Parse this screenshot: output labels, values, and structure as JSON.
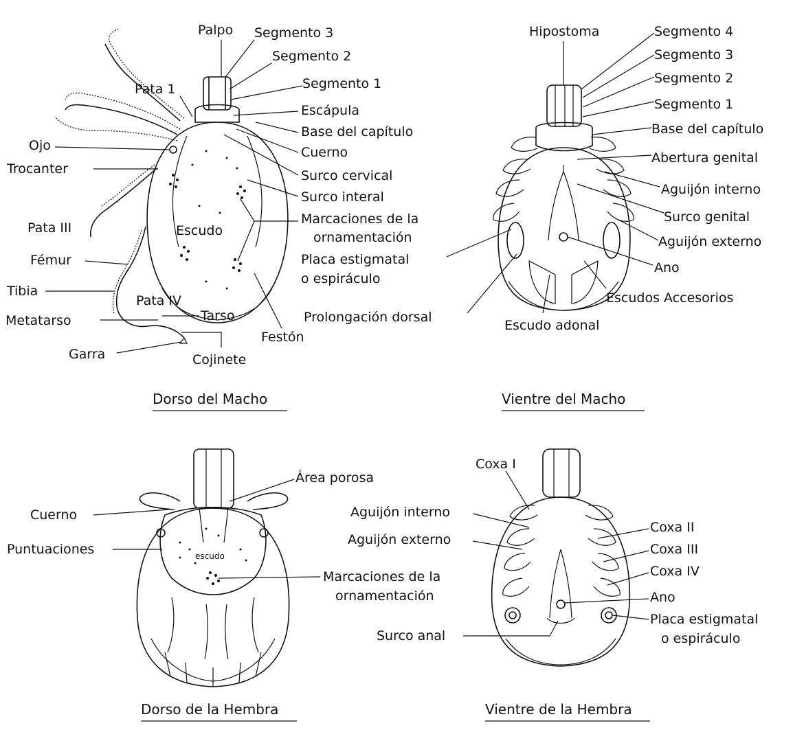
{
  "panels": {
    "dorso_macho": {
      "caption": "Dorso del Macho",
      "labels": {
        "palpo": "Palpo",
        "segmento3": "Segmento 3",
        "segmento2": "Segmento 2",
        "segmento1": "Segmento 1",
        "pata1": "Pata 1",
        "escapula": "Escápula",
        "base_capitulo": "Base del capítulo",
        "ojo": "Ojo",
        "cuerno": "Cuerno",
        "trocanter": "Trocanter",
        "surco_cervical": "Surco cervical",
        "surco_interal": "Surco interal",
        "marcaciones_1": "Marcaciones de la",
        "marcaciones_2": "ornamentación",
        "pata3": "Pata III",
        "escudo": "Escudo",
        "femur": "Fémur",
        "tibia": "Tibia",
        "pata4": "Pata IV",
        "metatarso": "Metatarso",
        "tarso": "Tarso",
        "garra": "Garra",
        "cojinete": "Cojinete",
        "feston": "Festón"
      }
    },
    "vientre_macho": {
      "caption": "Vientre del Macho",
      "labels": {
        "hipostoma": "Hipostoma",
        "segmento4": "Segmento 4",
        "segmento3": "Segmento 3",
        "segmento2": "Segmento 2",
        "segmento1": "Segmento 1",
        "base_capitulo": "Base del capítulo",
        "abertura_genital": "Abertura genital",
        "aguijon_interno": "Aguijón interno",
        "surco_genital": "Surco genital",
        "aguijon_externo": "Aguijón externo",
        "placa_1": "Placa estigmatal",
        "placa_2": "o espiráculo",
        "ano": "Ano",
        "escudos_accesorios": "Escudos Accesorios",
        "prolongacion_dorsal": "Prolongación dorsal",
        "escudo_adonal": "Escudo adonal"
      }
    },
    "dorso_hembra": {
      "caption": "Dorso de la Hembra",
      "labels": {
        "area_porosa": "Área porosa",
        "cuerno": "Cuerno",
        "puntuaciones": "Puntuaciones",
        "escudo": "escudo",
        "marcaciones_1": "Marcaciones de la",
        "marcaciones_2": "ornamentación"
      }
    },
    "vientre_hembra": {
      "caption": "Vientre de la Hembra",
      "labels": {
        "coxa1": "Coxa I",
        "aguijon_interno": "Aguijón interno",
        "aguijon_externo": "Aguijón externo",
        "coxa2": "Coxa II",
        "coxa3": "Coxa III",
        "coxa4": "Coxa IV",
        "ano": "Ano",
        "placa_1": "Placa estigmatal",
        "placa_2": "o espiráculo",
        "surco_anal": "Surco anal"
      }
    }
  }
}
